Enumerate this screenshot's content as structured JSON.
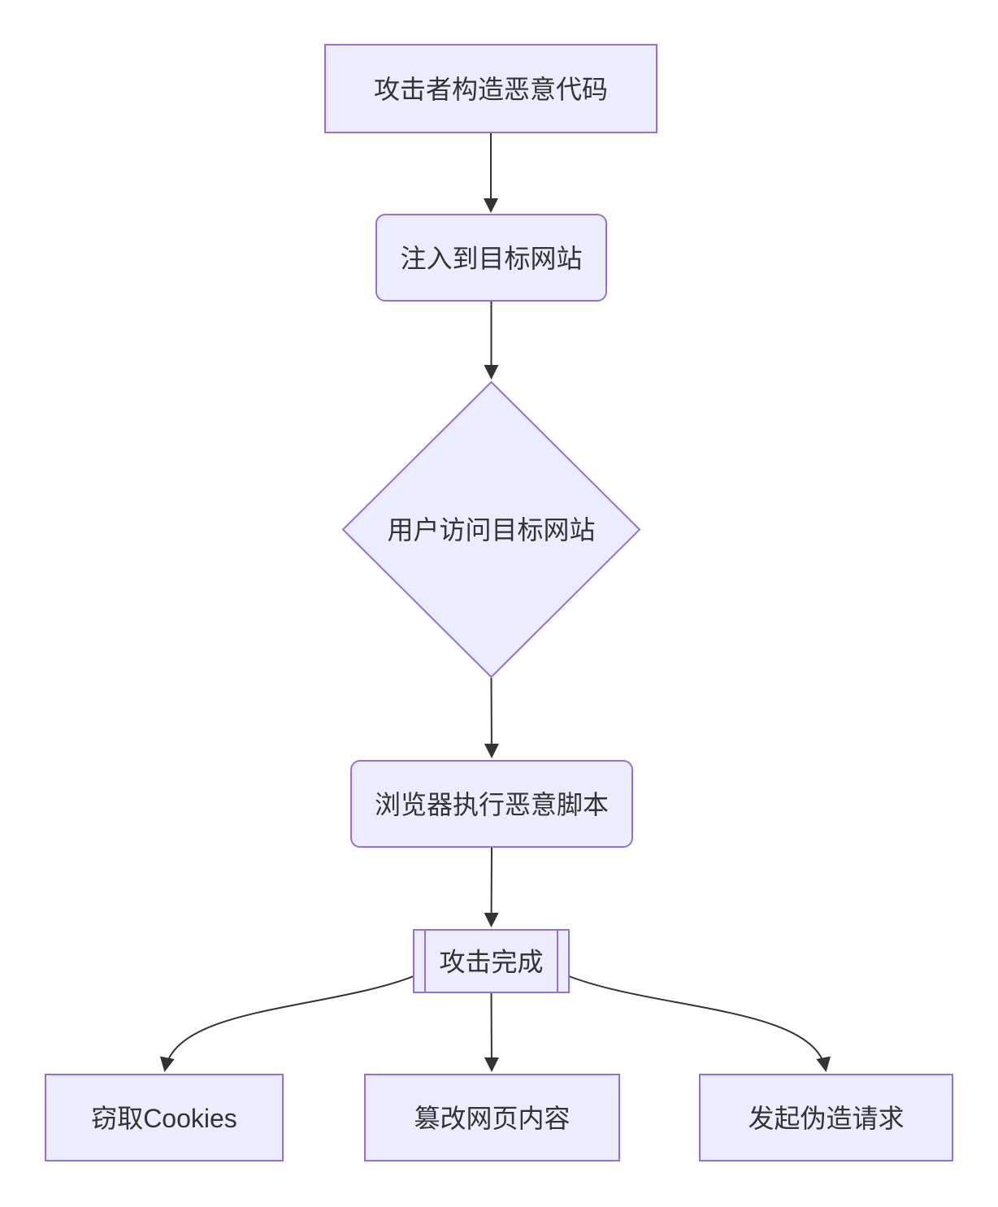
{
  "diagram": {
    "type": "flowchart",
    "direction": "top-down",
    "theme": {
      "background_color": "#ffffff",
      "node_fill_color": "#ECECFF",
      "node_border_color": "#9370DB",
      "edge_color": "#333333",
      "text_color": "#333333"
    },
    "nodes": [
      {
        "id": "A",
        "shape": "rectangle",
        "label": "攻击者构造恶意代码"
      },
      {
        "id": "B",
        "shape": "rounded",
        "label": "注入到目标网站"
      },
      {
        "id": "C",
        "shape": "diamond",
        "label": "用户访问目标网站"
      },
      {
        "id": "D",
        "shape": "rounded",
        "label": "浏览器执行恶意脚本"
      },
      {
        "id": "E",
        "shape": "subroutine",
        "label": "攻击完成"
      },
      {
        "id": "F",
        "shape": "rectangle",
        "label": "窃取Cookies"
      },
      {
        "id": "G",
        "shape": "rectangle",
        "label": "篡改网页内容"
      },
      {
        "id": "H",
        "shape": "rectangle",
        "label": "发起伪造请求"
      }
    ],
    "edges": [
      {
        "from": "A",
        "to": "B",
        "style": "arrow",
        "label": ""
      },
      {
        "from": "B",
        "to": "C",
        "style": "arrow",
        "label": ""
      },
      {
        "from": "C",
        "to": "D",
        "style": "arrow",
        "label": ""
      },
      {
        "from": "D",
        "to": "E",
        "style": "arrow",
        "label": ""
      },
      {
        "from": "E",
        "to": "F",
        "style": "arrow",
        "label": ""
      },
      {
        "from": "E",
        "to": "G",
        "style": "arrow",
        "label": ""
      },
      {
        "from": "E",
        "to": "H",
        "style": "arrow",
        "label": ""
      }
    ]
  }
}
